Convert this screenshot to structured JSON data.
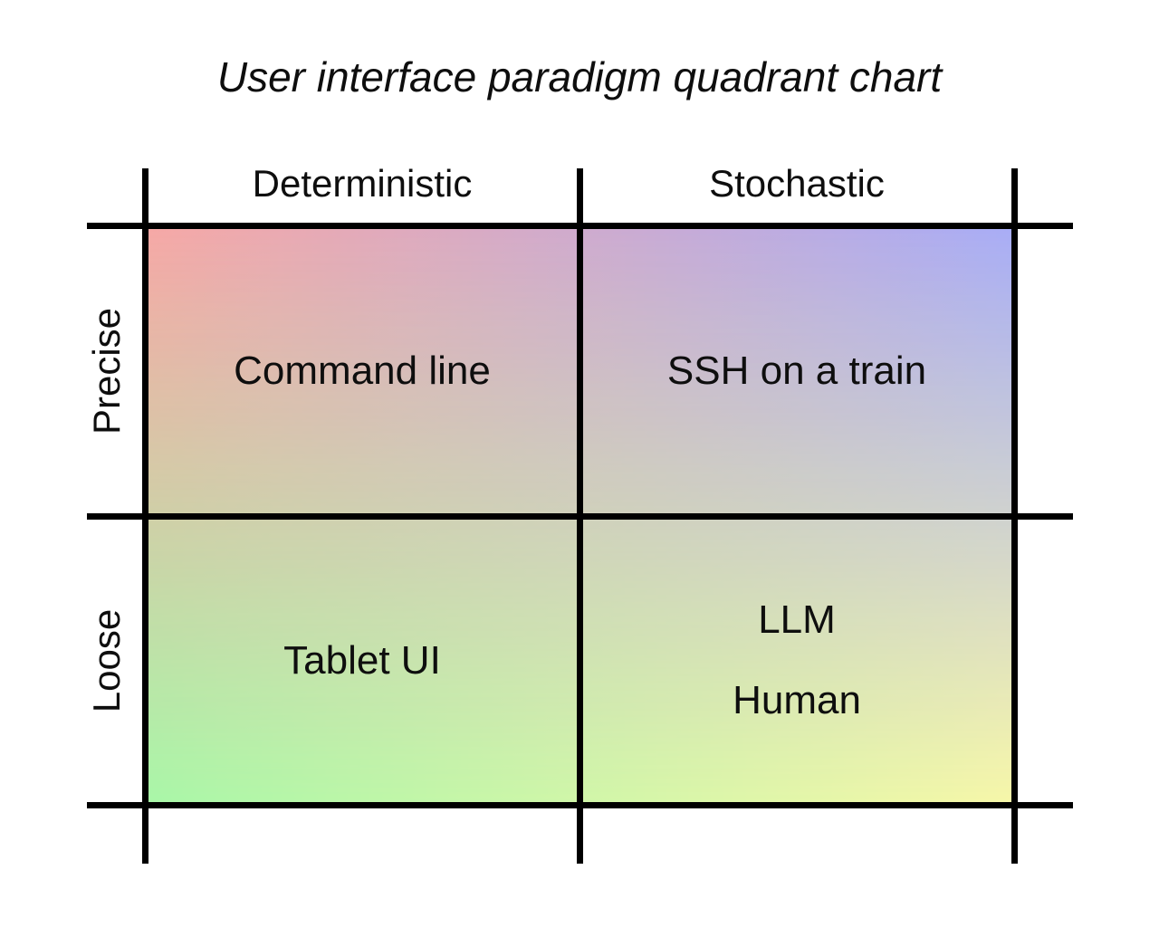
{
  "chart_data": {
    "type": "table",
    "subtype": "quadrant-chart",
    "title": "User interface paradigm quadrant chart",
    "columns": [
      "Deterministic",
      "Stochastic"
    ],
    "rows": [
      "Precise",
      "Loose"
    ],
    "cells": [
      [
        [
          "Command line"
        ],
        [
          "SSH on a train"
        ]
      ],
      [
        [
          "Tablet UI"
        ],
        [
          "LLM",
          "Human"
        ]
      ]
    ],
    "layout": {
      "grid": "2x2",
      "row_labels_rotated": true,
      "background": "four-corner gradient",
      "gridlines": "black, overshooting cell edges"
    }
  },
  "colors": {
    "corner_top_left": "#f7a8a6",
    "corner_top_right": "#a8adf7",
    "corner_bottom_left": "#a8f7a8",
    "corner_bottom_right": "#f7f7a8",
    "line_color": "#000000",
    "text_color": "#0e0e0e",
    "page_background": "#ffffff"
  }
}
